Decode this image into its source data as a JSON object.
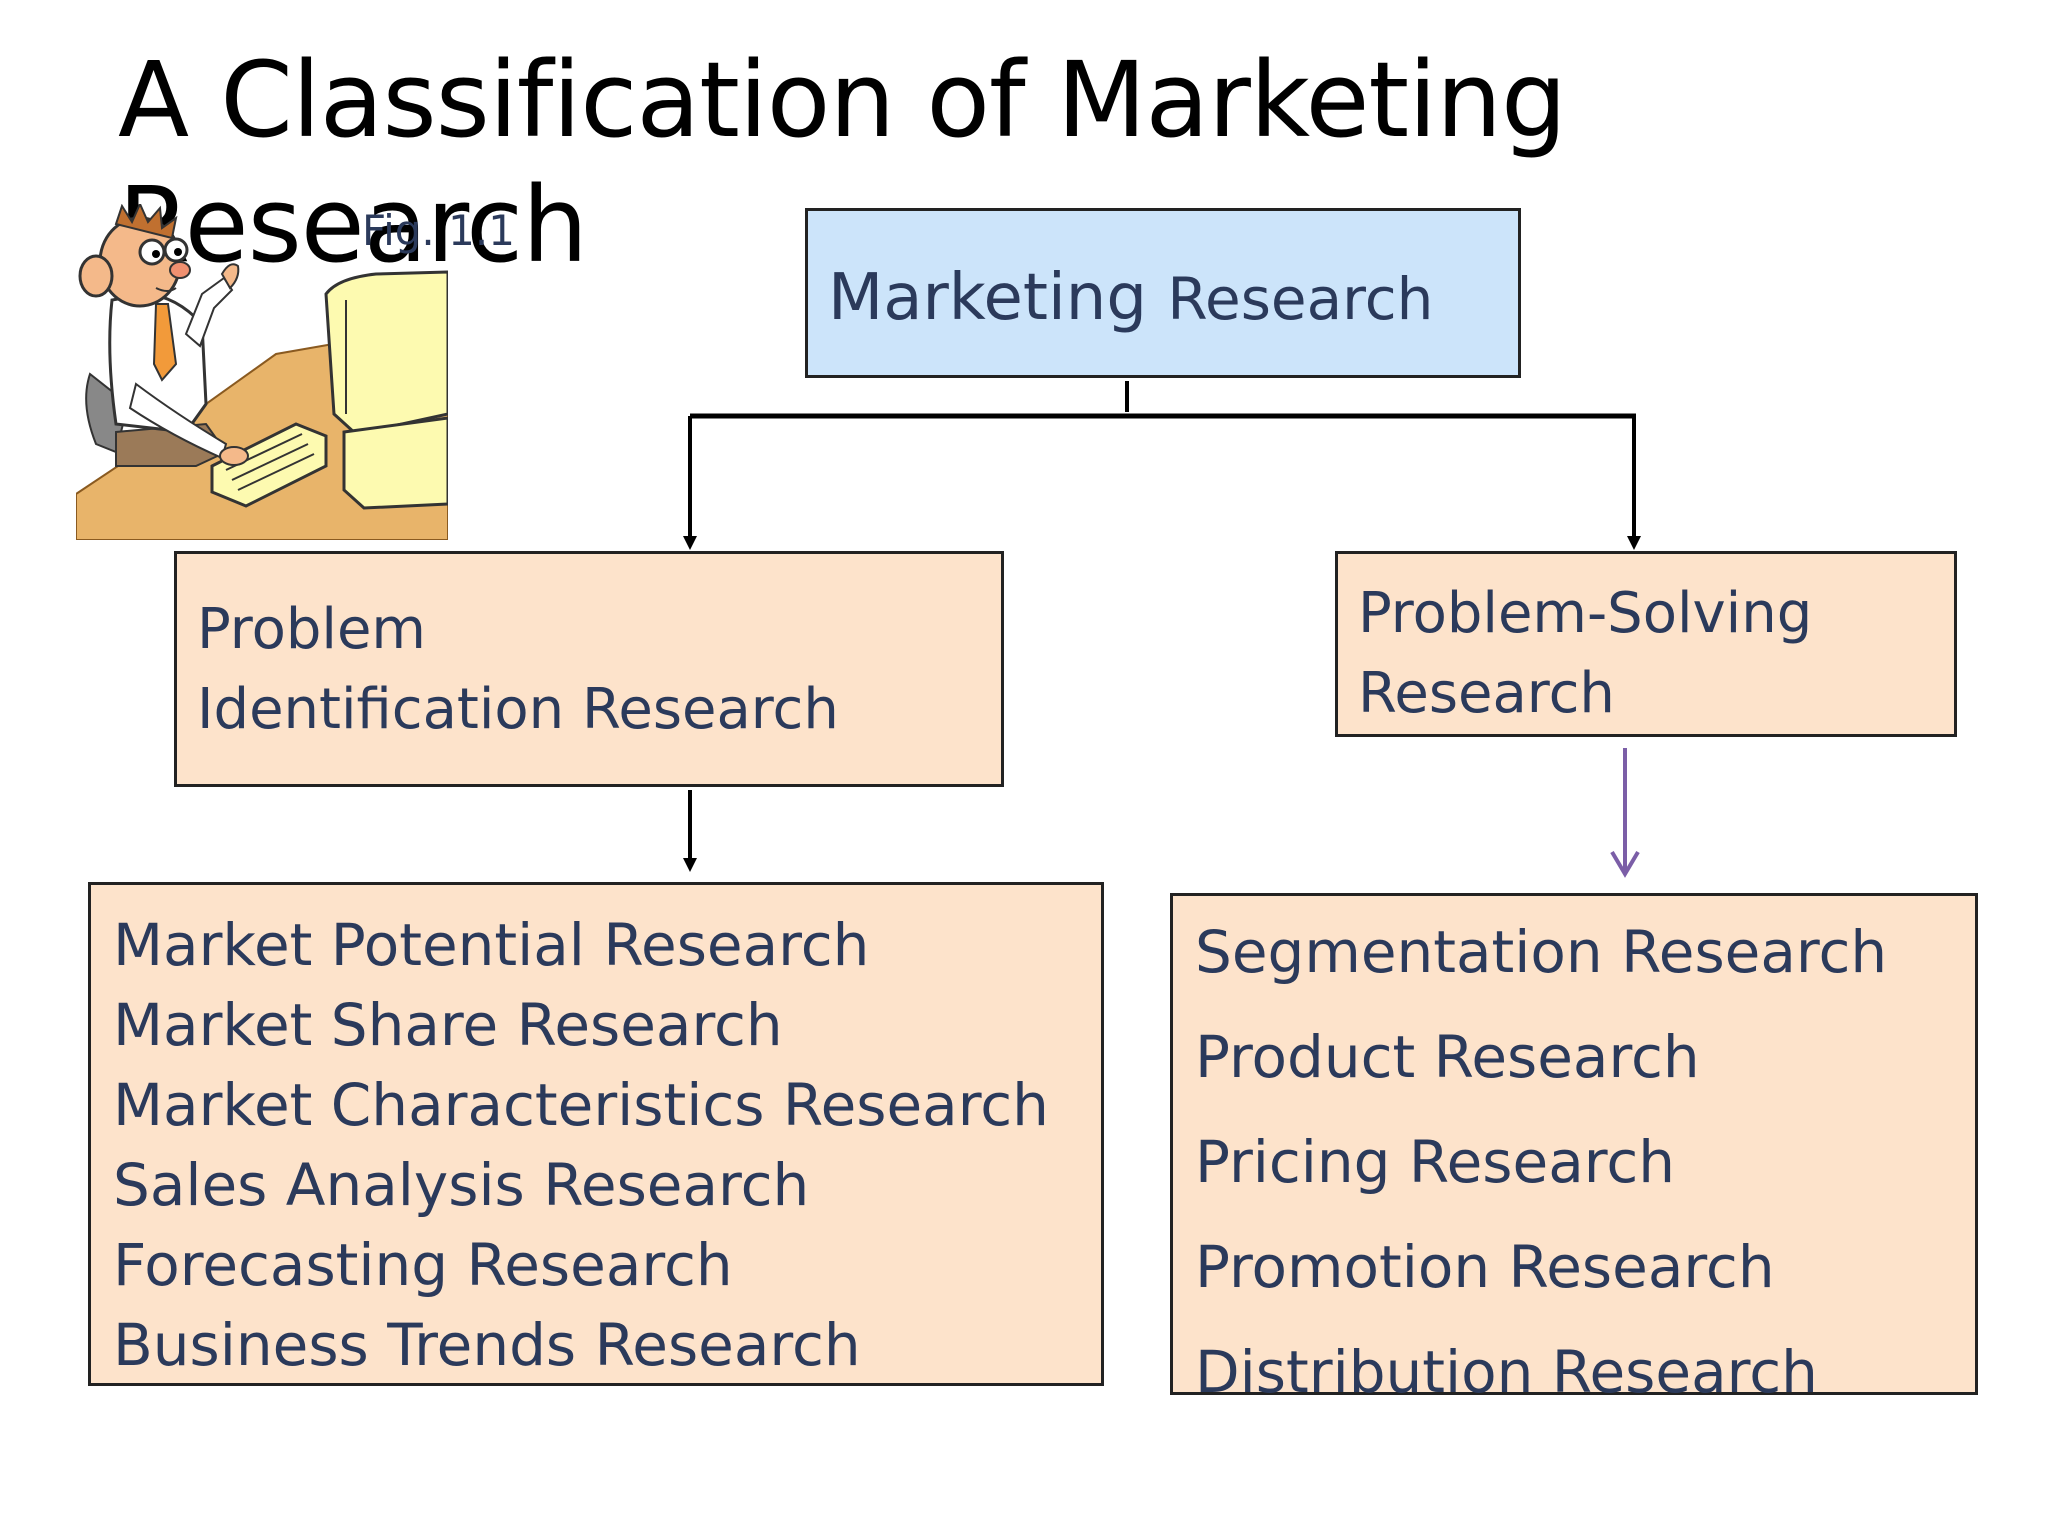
{
  "title": "A Classification of Marketing Research",
  "figure_label": "Fig. 1.1",
  "root": {
    "label_main": "Marketing",
    "label_sub": "Research"
  },
  "branches": [
    {
      "label_lines": [
        "Problem",
        "Identification Research"
      ],
      "items": [
        "Market Potential Research",
        "Market Share Research",
        "Market Characteristics Research",
        "Sales Analysis Research",
        "Forecasting Research",
        "Business Trends Research"
      ]
    },
    {
      "label_lines": [
        "Problem-Solving",
        "Research"
      ],
      "items": [
        "Segmentation Research",
        "Product Research",
        "Pricing Research",
        "Promotion Research",
        "Distribution Research"
      ]
    }
  ],
  "colors": {
    "root_fill": "#cce4fa",
    "node_fill": "#fde3cb",
    "text": "#2b3a5b",
    "connector": "#000000",
    "accent_arrow": "#7b5ea7"
  },
  "icons": {
    "clipart": "man-typing-at-computer-illustration"
  }
}
